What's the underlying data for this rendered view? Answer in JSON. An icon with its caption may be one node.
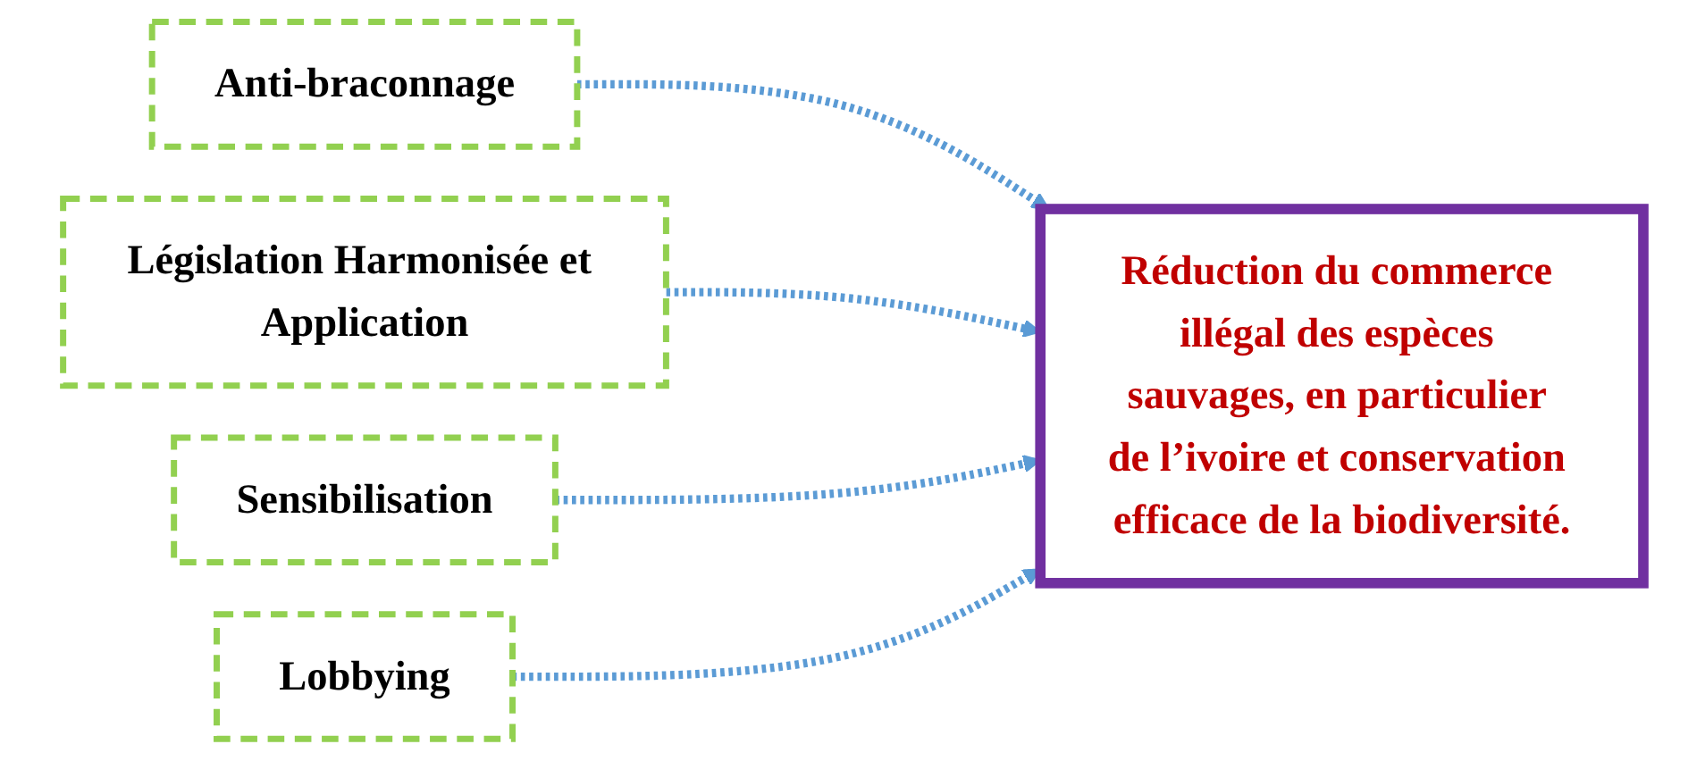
{
  "diagram": {
    "nodes": [
      {
        "text": [
          "Anti-braconnage"
        ]
      },
      {
        "text": [
          "Législation Harmonisée et Application"
        ]
      },
      {
        "text": [
          "Sensibilisation"
        ]
      },
      {
        "text": [
          "Lobbying"
        ]
      },
      {
        "text": [
          "Réduction du commerce illégal des espèces sauvages, en particulier de l’ivoire et conservation efficace de la biodiversité."
        ]
      }
    ],
    "edges": [
      {
        "from": 0,
        "to": 4,
        "arrow": "to",
        "style": "dashed"
      },
      {
        "from": 1,
        "to": 4,
        "arrow": "to",
        "style": "dashed"
      },
      {
        "from": 2,
        "to": 4,
        "arrow": "to",
        "style": "dashed"
      },
      {
        "from": 3,
        "to": 4,
        "arrow": "to",
        "style": "dashed"
      }
    ]
  }
}
